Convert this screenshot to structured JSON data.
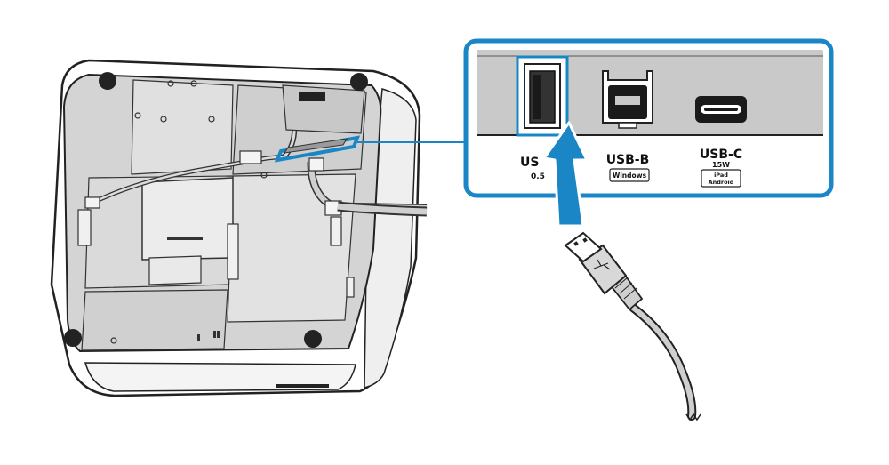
{
  "colors": {
    "callout_border": "#1a86c5",
    "arrow_fill": "#1a86c5",
    "panel_gray": "#c9c9c9",
    "port_black": "#1a1a1a",
    "device_outline": "#222222",
    "device_fill": "#d7d7d7",
    "highlight_glow": "#1a86c5"
  },
  "ports": {
    "usb_a": {
      "label": "US",
      "spec": "0.5"
    },
    "usb_b": {
      "label": "USB-B",
      "badge": "Windows"
    },
    "usb_c": {
      "label": "USB-C",
      "spec": "15W",
      "badge_line1": "iPad",
      "badge_line2": "Android"
    }
  },
  "icons": {
    "device": "printer-underside-icon",
    "usb_plug": "usb-a-plug-icon",
    "arrow": "insert-arrow-icon"
  }
}
